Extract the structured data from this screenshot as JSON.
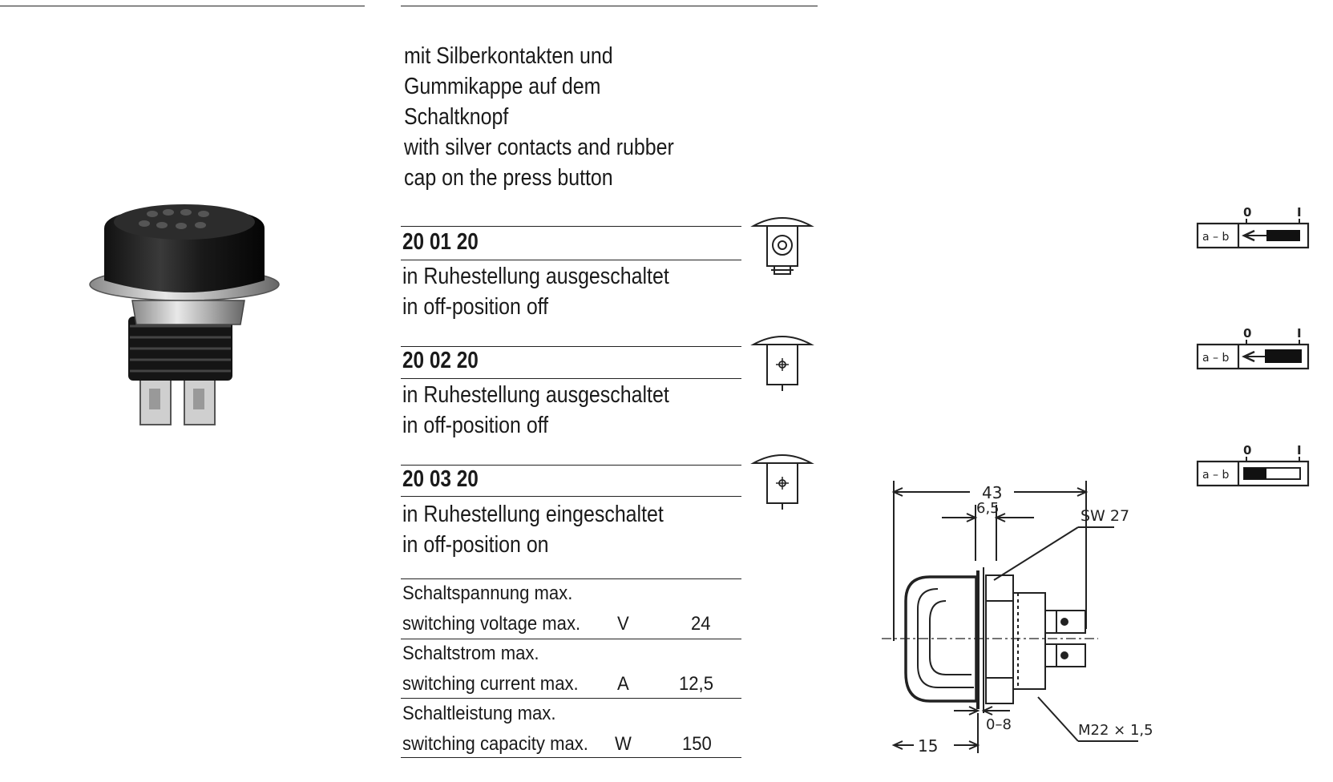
{
  "description": {
    "line1": "mit Silberkontakten und",
    "line2": "Gummikappe auf dem",
    "line3": "Schaltknopf",
    "line4": "with silver contacts and rubber",
    "line5": "cap on the press button"
  },
  "variants": [
    {
      "code": "20 01 20",
      "de": "in Ruhestellung ausgeschaltet",
      "en": "in off-position off"
    },
    {
      "code": "20 02 20",
      "de": "in Ruhestellung ausgeschaltet",
      "en": "in off-position off"
    },
    {
      "code": "20 03 20",
      "de": "in Ruhestellung eingeschaltet",
      "en": "in off-position on"
    }
  ],
  "specs": [
    {
      "de": "Schaltspannung max.",
      "en": "switching voltage max.",
      "unit": "V",
      "value": "24"
    },
    {
      "de": "Schaltstrom max.",
      "en": "switching current max.",
      "unit": "A",
      "value": "12,5"
    },
    {
      "de": "Schaltleistung max.",
      "en": "switching capacity max.",
      "unit": "W",
      "value": "150"
    }
  ],
  "switch_diagram": {
    "contact_label": "a – b",
    "pos_off": "0",
    "pos_on": "I"
  },
  "drawing": {
    "dim_total": "43",
    "dim_bezel": "6,5",
    "wrench": "SW 27",
    "panel": "0–8",
    "cap": "15",
    "thread": "M22 × 1,5"
  }
}
